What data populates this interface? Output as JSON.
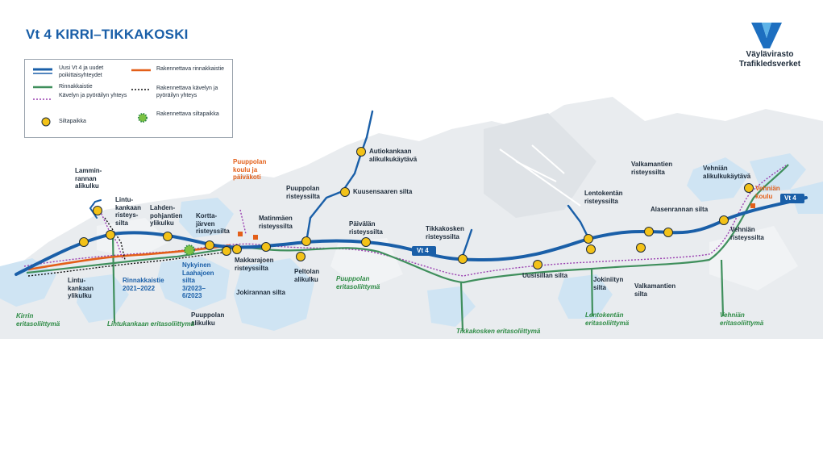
{
  "title": "Vt 4 KIRRI–TIKKAKOSKI",
  "logo": {
    "line1": "Väylävirasto",
    "line2": "Trafikledsverket"
  },
  "legend": {
    "new_road": "Uusi Vt 4 ja uudet poikittaisyhteydet",
    "parallel_road": "Rinnakkaistie",
    "walk_cycle": "Kävelyn ja pyöräilyn yhteys",
    "bridge_site": "Siltapaikka",
    "under_construction_parallel": "Rakennettava rinnakkaistie",
    "under_construction_walk": "Rakennettava kävelyn ja pyöräilyn yhteys",
    "under_construction_bridge": "Rakennettava siltapaikka"
  },
  "colors": {
    "road": "#1a5fa8",
    "parallel": "#3f8f5c",
    "walk": "#9a3fb0",
    "bridge": "#f3c218",
    "construction": "#e35f19",
    "lake": "#cfe4f3",
    "land": "#e9ecef"
  },
  "labels": {
    "lamminrannan": "Lammin-\nrannan\nalikulku",
    "lintukankaan_risteys": "Lintu-\nkankaan\nristeys-\nsilta",
    "lahdenpohjantien": "Lahden-\npohjantien\nylikulku",
    "korttajarven": "Kortta-\njärven\nristeyssilta",
    "puuppolan_koulu": "Puuppolan\nkoulu ja\npäiväkoti",
    "matinmaen": "Matinmäen\nristeyssilta",
    "puuppolan_risteys": "Puuppolan\nristeyssilta",
    "autiokankaan": "Autiokankaan\nalikulkukäytävä",
    "kuusensaaren": "Kuusensaaren silta",
    "paivalan": "Päivälän\nristeyssilta",
    "tikkakosken_risteys": "Tikkakosken\nristeyssilta",
    "lentokentan_risteys": "Lentokentän\nristeyssilta",
    "valkamantien_risteys": "Valkamantien\nristeyssilta",
    "alasenrannan": "Alasenrannan silta",
    "vehnian_alikulku": "Vehniän\nalikulkukäytävä",
    "vehnian_koulu": "Vehniän\nkoulu",
    "vt4_a": "Vt 4",
    "vt4_b": "Vt 4",
    "vehnian_risteys": "Vehniän\nristeyssilta",
    "lintukankaan_ylikulku": "Lintu-\nkankaan\nylikulku",
    "rinnakkaistie": "Rinnakkaistie\n2021–2022",
    "nykyinen_laahajoen": "Nykyinen\nLaahajoen\nsilta\n3/2023–\n6/2023",
    "makkarajoen": "Makkarajoen\nristeyssilta",
    "peltolan": "Peltolan\nalikulku",
    "jokirannan": "Jokirannan silta",
    "puuppolan_alikulku": "Puuppolan\nalikulku",
    "uusisillan": "Uusisillan silta",
    "jokiniityn": "Jokiniityn\nsilta",
    "valkamantien_silta": "Valkamantien\nsilta",
    "kirrin_eritaso": "Kirrin\neritasoliittymä",
    "lintukankaan_eritaso": "Lintukankaan eritasoliittymä",
    "puuppolan_eritaso": "Puuppolan\neritasoliittymä",
    "tikkakosken_eritaso": "Tikkakosken eritasoliittymä",
    "lentokentan_eritaso": "Lentokentän\neritasoliittymä",
    "vehnian_eritaso": "Vehniän\neritasoliittymä"
  }
}
